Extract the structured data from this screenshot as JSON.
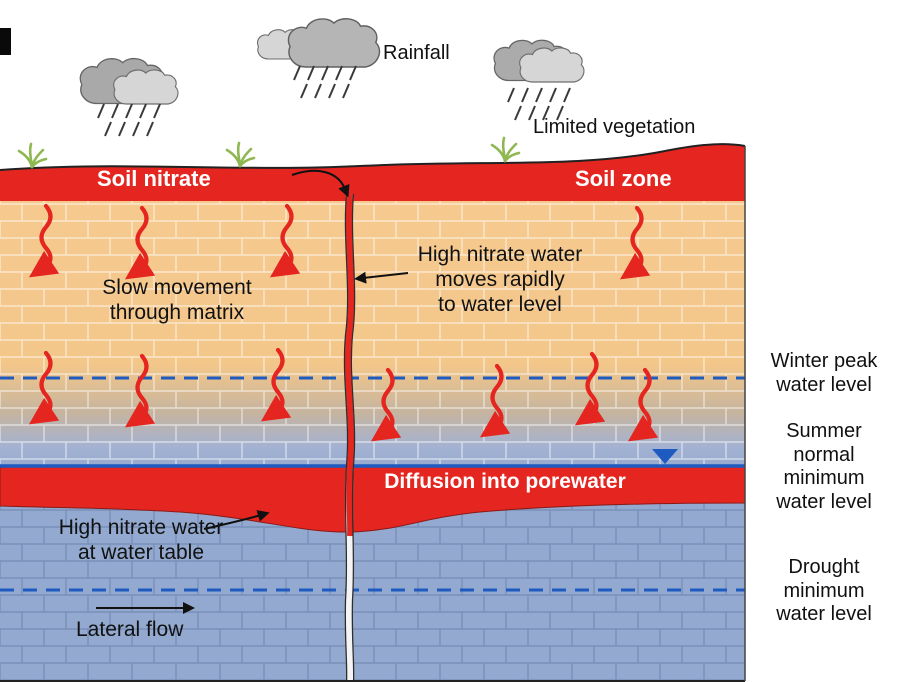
{
  "scene": {
    "sky": {
      "rainfall_label": "Rainfall",
      "limited_vegetation_label": "Limited vegetation"
    },
    "soil_zone": {
      "soil_nitrate_label": "Soil nitrate",
      "soil_zone_label": "Soil zone"
    },
    "unsaturated_zone": {
      "slow_movement_label": "Slow movement\nthrough matrix",
      "fracture_label": "High nitrate water\nmoves rapidly\nto water level"
    },
    "water_table": {
      "diffusion_label": "Diffusion into porewater",
      "high_nitrate_label": "High nitrate water\nat water table",
      "lateral_flow_label": "Lateral flow"
    },
    "water_levels": {
      "winter": "Winter peak\nwater level",
      "summer": "Summer\nnormal\nminimum\nwater level",
      "drought": "Drought\nminimum\nwater level"
    }
  },
  "icons": {
    "rain_cloud": "rain-cloud-icon",
    "vegetation": "vegetation-icon",
    "water_table_marker": "water-table-marker-icon",
    "seepage_arrow": "nitrate-seepage-arrow-icon"
  },
  "colors": {
    "nitrate_red": "#e5251f",
    "soil_tan": "#f5c98e",
    "saturated_blue": "#93a9cf",
    "water_line_blue": "#1e5ac0",
    "brick_line_light": "#ffffff",
    "brick_line_dark": "#6f86b3",
    "cloud_gray": "#c9c9c9",
    "grass_green": "#8fb852",
    "text_black": "#111111",
    "text_white": "#ffffff"
  }
}
